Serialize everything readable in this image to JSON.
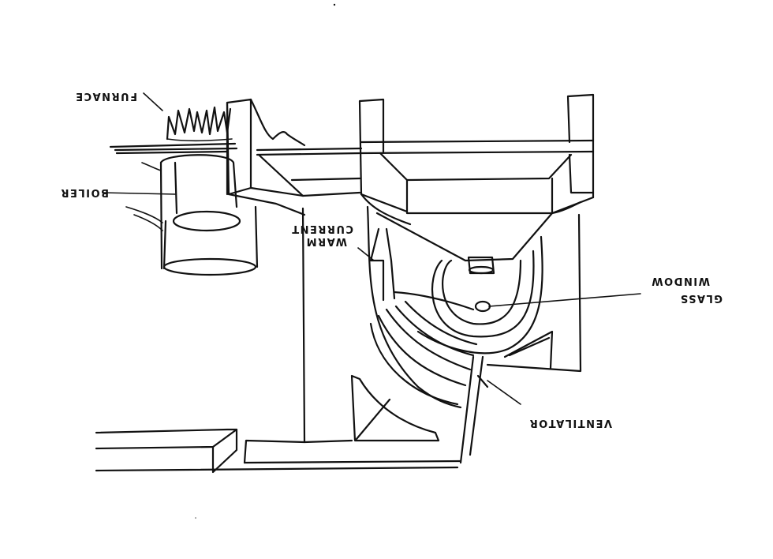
{
  "labels": {
    "furnace": "FURNACE",
    "boiler": "BOILER",
    "warm_current_1": "WARM",
    "warm_current_2": "CURRENT",
    "glass_window_1": "GLASS",
    "glass_window_2": "WINDOW",
    "ventilator": "VENTILATOR"
  },
  "colors": {
    "ink": "#111111",
    "paper": "#ffffff"
  }
}
